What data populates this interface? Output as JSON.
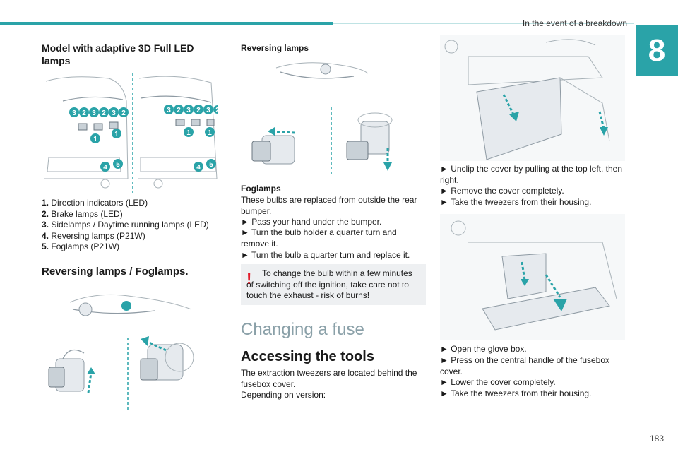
{
  "header": {
    "section": "In the event of a breakdown",
    "chapter_number": "8",
    "page_number": "183"
  },
  "col1": {
    "heading": "Model with adaptive 3D Full LED lamps",
    "legend": [
      {
        "num": "1.",
        "text": "Direction indicators (LED)"
      },
      {
        "num": "2.",
        "text": "Brake lamps (LED)"
      },
      {
        "num": "3.",
        "text": "Sidelamps / Daytime running lamps (LED)"
      },
      {
        "num": "4.",
        "text": "Reversing lamps (P21W)"
      },
      {
        "num": "5.",
        "text": "Foglamps (P21W)"
      }
    ],
    "subheading": "Reversing lamps / Foglamps.",
    "callouts_top": [
      "3",
      "2",
      "3",
      "2",
      "3",
      "2"
    ],
    "callouts_mid": [
      "1",
      "1"
    ],
    "callouts_bot": [
      "4",
      "5"
    ]
  },
  "col2": {
    "heading": "Reversing lamps",
    "foglamps_heading": "Foglamps",
    "foglamps_intro": "These bulbs are replaced from outside the rear bumper.",
    "steps": [
      "► Pass your hand under the bumper.",
      "► Turn the bulb holder a quarter turn and remove it.",
      "► Turn the bulb a quarter turn and replace it."
    ],
    "warning": "To change the bulb within a few minutes of switching off the ignition, take care not to touch the exhaust - risk of burns!",
    "warning_mark": "!",
    "section_title": "Changing a fuse",
    "subsection_title": "Accessing the tools",
    "tools_text": "The extraction tweezers are located behind the fusebox cover.",
    "version_text": "Depending on version:"
  },
  "col3": {
    "steps_a": [
      "► Unclip the cover by pulling at the top left, then right.",
      "► Remove the cover completely.",
      "► Take the tweezers from their housing."
    ],
    "steps_b": [
      "► Open the glove box.",
      "► Press on the central handle of the fusebox cover.",
      "► Lower the cover completely.",
      "► Take the tweezers from their housing."
    ]
  },
  "colors": {
    "accent": "#2aa3a8",
    "warning": "#e21b2a",
    "section_title": "#8aa0a8"
  }
}
